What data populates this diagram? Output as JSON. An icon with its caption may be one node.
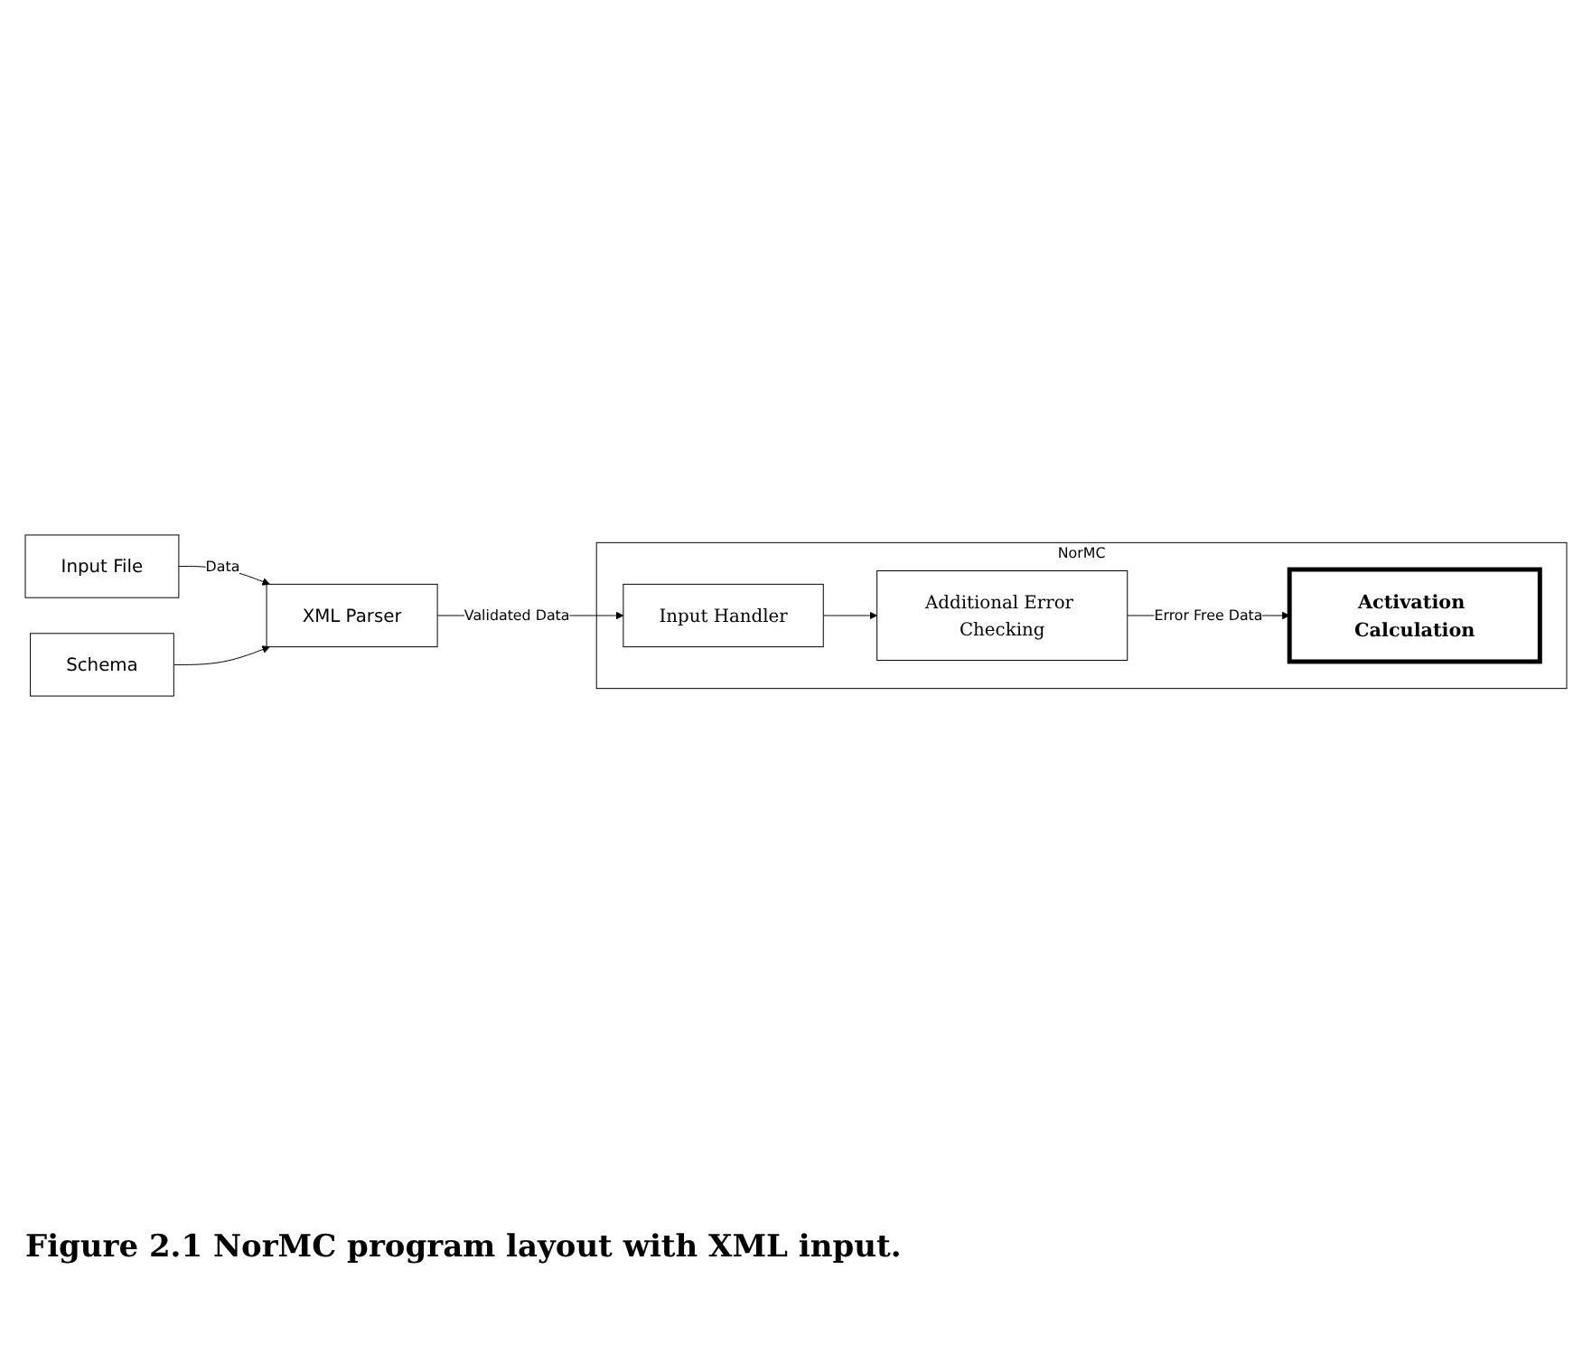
{
  "diagram": {
    "caption": "Figure 2.1 NorMC program layout with XML input.",
    "nodes": [
      {
        "text": [
          "Input File"
        ]
      },
      {
        "text": [
          "Schema"
        ]
      },
      {
        "text": [
          "XML Parser"
        ]
      },
      {
        "text": [
          "NorMC"
        ]
      },
      {
        "text": [
          "Input Handler"
        ],
        "in": 3
      },
      {
        "text": [
          "Additional Error Checking"
        ],
        "in": 3
      },
      {
        "text": [
          "Activation Calculation"
        ],
        "in": 3
      }
    ],
    "edges": [
      {
        "from": 0,
        "to": 2,
        "arrow": "to",
        "label": "Data"
      },
      {
        "from": 1,
        "to": 2,
        "arrow": "to"
      },
      {
        "from": 2,
        "to": 4,
        "arrow": "to",
        "label": "Validated Data"
      },
      {
        "from": 4,
        "to": 5,
        "arrow": "to"
      },
      {
        "from": 5,
        "to": 6,
        "arrow": "to",
        "label": "Error Free Data"
      }
    ]
  }
}
